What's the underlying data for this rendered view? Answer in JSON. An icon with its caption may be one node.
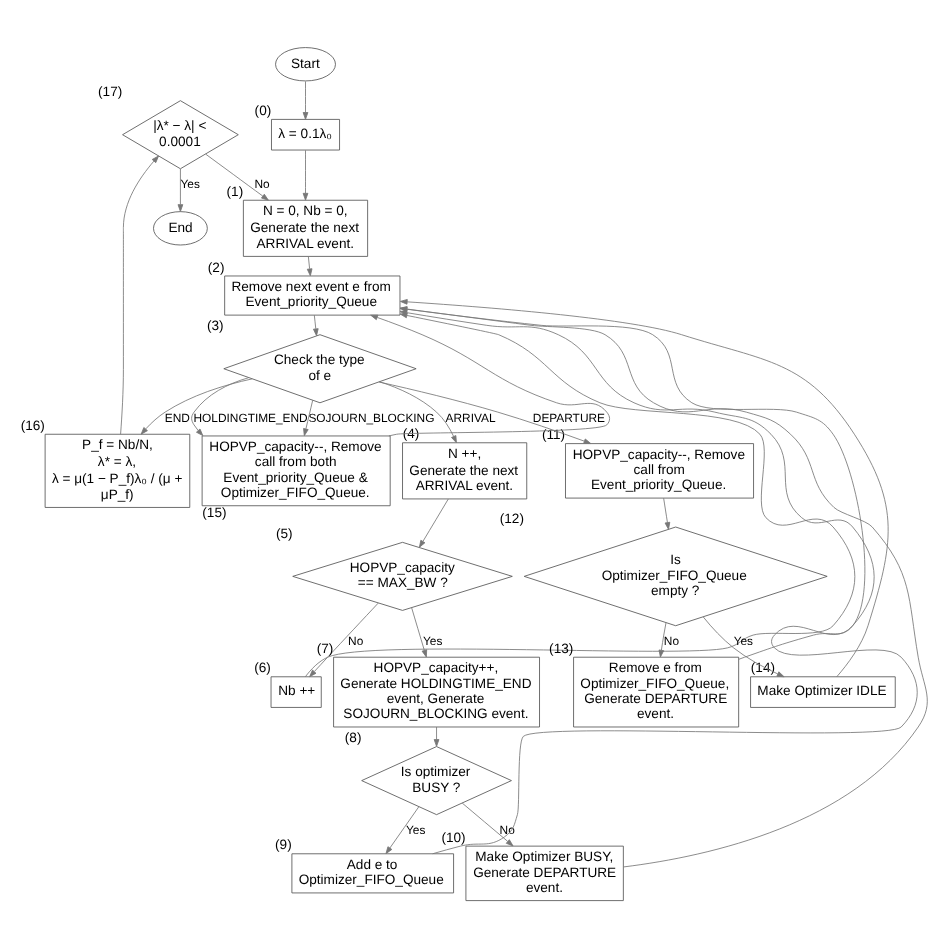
{
  "diagram": {
    "nodes": [
      {
        "text": [
          "End"
        ]
      },
      {
        "text": [
          "Start"
        ]
      },
      {
        "text": [
          "λ = 0.1λ₀"
        ],
        "beside": [
          "(0)"
        ]
      },
      {
        "text": [
          "N = 0, Nb = 0,",
          "Generate the next ARRIVAL event."
        ],
        "beside": [
          "(1)"
        ]
      },
      {
        "text": [
          "Remove next event e from Event_priority_Queue"
        ],
        "beside": [
          "(2)"
        ]
      },
      {
        "text": [
          "Check the type of e"
        ],
        "beside": [
          "(3)"
        ]
      },
      {
        "text": [
          "P_f = Nb/N,",
          "λ* = λ,",
          "λ = μ(1 − P_f)λ₀ / (μ + μP_f)"
        ],
        "beside": [
          "(16)"
        ]
      },
      {
        "text": [
          "|λ* − λ| < 0.0001"
        ],
        "beside": [
          "(17)"
        ]
      },
      {
        "text": [
          "HOPVP_capacity--, Remove call from both Event_priority_Queue & Optimizer_FIFO_Queue."
        ],
        "beside": [
          "(15)"
        ]
      },
      {
        "text": [
          "N ++,",
          "Generate the next ARRIVAL event."
        ],
        "beside": [
          "(4)"
        ]
      },
      {
        "text": [
          "HOPVP_capacity == MAX_BW ?"
        ],
        "beside": [
          "(5)"
        ]
      },
      {
        "text": [
          "Nb ++"
        ],
        "beside": [
          "(6)"
        ]
      },
      {
        "text": [
          "HOPVP_capacity++, Generate HOLDINGTIME_END event, Generate SOJOURN_BLOCKING event."
        ],
        "beside": [
          "(7)"
        ]
      },
      {
        "text": [
          "Is optimizer BUSY ?"
        ],
        "beside": [
          "(8)"
        ]
      },
      {
        "text": [
          "Add e to Optimizer_FIFO_Queue"
        ],
        "beside": [
          "(9)"
        ]
      },
      {
        "text": [
          "Make Optimizer BUSY, Generate DEPARTURE event."
        ],
        "beside": [
          "(10)"
        ]
      },
      {
        "text": [
          "HOPVP_capacity--, Remove call from Event_priority_Queue."
        ],
        "beside": [
          "(11)"
        ]
      },
      {
        "text": [
          "Is Optimizer_FIFO_Queue empty ?"
        ],
        "beside": [
          "(12)"
        ]
      },
      {
        "text": [
          "Remove e from Optimizer_FIFO_Queue, Generate DEPARTURE event."
        ],
        "beside": [
          "(13)"
        ]
      },
      {
        "text": [
          "Make Optimizer IDLE"
        ],
        "beside": [
          "(14)"
        ]
      }
    ],
    "edges": [
      {
        "from": 1,
        "to": 2,
        "arrow": "to"
      },
      {
        "from": 2,
        "to": 3,
        "arrow": "to"
      },
      {
        "from": 7,
        "to": 0,
        "arrow": "to",
        "label": "Yes"
      },
      {
        "from": 7,
        "to": 3,
        "arrow": "to",
        "label": "No"
      },
      {
        "from": 3,
        "to": 4,
        "arrow": "to"
      },
      {
        "from": 4,
        "to": 5,
        "arrow": "to"
      },
      {
        "from": 5,
        "to": 6,
        "arrow": "to",
        "label": "END"
      },
      {
        "from": 5,
        "to": 8,
        "arrow": "to",
        "label": "HOLDINGTIME_END"
      },
      {
        "from": 5,
        "to": 8,
        "arrow": "to",
        "label": "SOJOURN_BLOCKING"
      },
      {
        "from": 5,
        "to": 9,
        "arrow": "to",
        "label": "ARRIVAL"
      },
      {
        "from": 5,
        "to": 16,
        "arrow": "to",
        "label": "DEPARTURE"
      },
      {
        "from": 6,
        "to": 7,
        "arrow": "to"
      },
      {
        "from": 9,
        "to": 10,
        "arrow": "to"
      },
      {
        "from": 10,
        "to": 11,
        "arrow": "to",
        "label": "No"
      },
      {
        "from": 10,
        "to": 12,
        "arrow": "to",
        "label": "Yes"
      },
      {
        "from": 12,
        "to": 13,
        "arrow": "to"
      },
      {
        "from": 13,
        "to": 14,
        "arrow": "to",
        "label": "Yes"
      },
      {
        "from": 13,
        "to": 15,
        "arrow": "to",
        "label": "No"
      },
      {
        "from": 16,
        "to": 17,
        "arrow": "to"
      },
      {
        "from": 17,
        "to": 19,
        "arrow": "to",
        "label": "Yes"
      },
      {
        "from": 17,
        "to": 18,
        "arrow": "to",
        "label": "No"
      },
      {
        "from": 8,
        "to": 4,
        "arrow": "to"
      },
      {
        "from": 11,
        "to": 4,
        "arrow": "to"
      },
      {
        "from": 14,
        "to": 4,
        "arrow": "to"
      },
      {
        "from": 15,
        "to": 4,
        "arrow": "to"
      },
      {
        "from": 18,
        "to": 4,
        "arrow": "to"
      },
      {
        "from": 19,
        "to": 4,
        "arrow": "to"
      }
    ]
  }
}
